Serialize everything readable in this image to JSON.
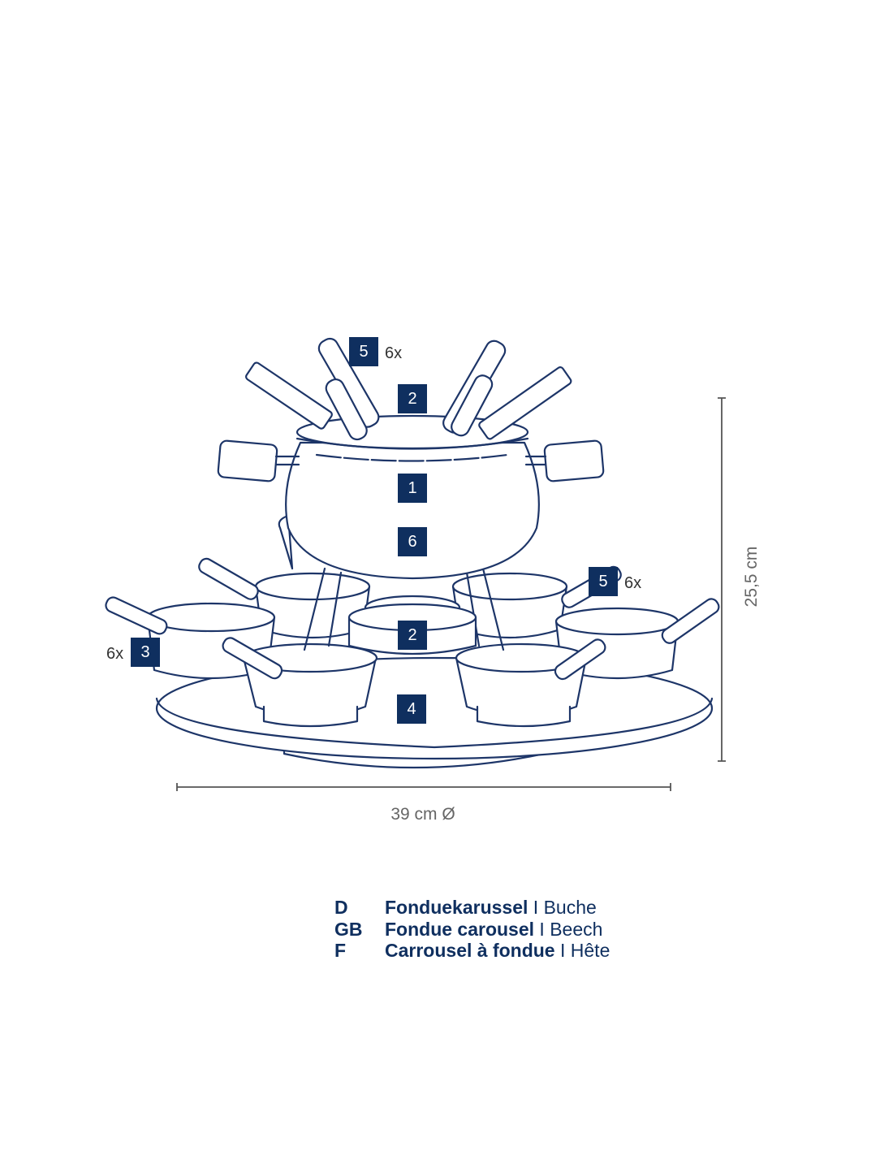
{
  "colors": {
    "badge": "#0f2f5f",
    "line": "#1d3568",
    "dimension": "#555555"
  },
  "callouts": [
    {
      "number": "5",
      "multiplier": "6x",
      "part": "fork"
    },
    {
      "number": "2",
      "part": "lid"
    },
    {
      "number": "1",
      "part": "pot"
    },
    {
      "number": "6",
      "part": "stand"
    },
    {
      "number": "5",
      "multiplier": "6x",
      "part": "fork"
    },
    {
      "number": "2",
      "part": "burner"
    },
    {
      "number": "3",
      "multiplier": "6x",
      "part": "bowl"
    },
    {
      "number": "4",
      "part": "turntable"
    }
  ],
  "dimensions": {
    "height": "25,5 cm",
    "diameter": "39 cm Ø"
  },
  "legend": [
    {
      "code": "D",
      "name": "Fonduekarussel",
      "separator": " I ",
      "material": "Buche"
    },
    {
      "code": "GB",
      "name": "Fondue carousel",
      "separator": " I ",
      "material": "Beech"
    },
    {
      "code": "F",
      "name": "Carrousel à fondue",
      "separator": " I ",
      "material": "Hête"
    }
  ]
}
